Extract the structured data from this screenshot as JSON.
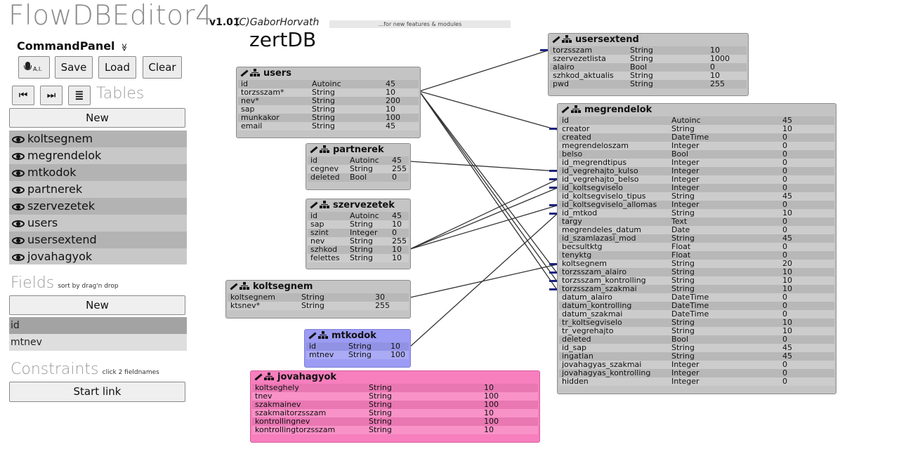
{
  "app": {
    "title": "FlowDBEditor4",
    "version": "v1.01",
    "copyright": "(C)GaborHorvath",
    "feature_note": "...for new features & modules"
  },
  "command_panel": {
    "title": "CommandPanel",
    "toggle_glyph": "≫",
    "ai_label": "A.I.",
    "save_label": "Save",
    "load_label": "Load",
    "clear_label": "Clear",
    "first_glyph": "⏮",
    "last_glyph": "⏭",
    "sort_glyph": "≣"
  },
  "tables_section": {
    "label": "Tables",
    "new_label": "New",
    "items": [
      "koltsegnem",
      "megrendelok",
      "mtkodok",
      "partnerek",
      "szervezetek",
      "users",
      "usersextend",
      "jovahagyok"
    ]
  },
  "fields_section": {
    "label": "Fields",
    "hint": "sort by drag'n drop",
    "new_label": "New",
    "items": [
      "id",
      "mtnev"
    ]
  },
  "constraints_section": {
    "label": "Constraints",
    "hint": "click 2 fieldnames",
    "start_link_label": "Start link"
  },
  "diagram": {
    "db_name": "zertDB",
    "colors": {
      "gray_table": "#c4c4c4",
      "selected_table": "#9c9cf4",
      "pink_table": "#f77fbe",
      "link_line": "#333333",
      "fk_marker": "#1a237e",
      "pk_marker": "#f0a020"
    },
    "tables": {
      "users": {
        "name": "users",
        "fields": [
          [
            "id",
            "Autoinc",
            "45"
          ],
          [
            "torzsszam*",
            "String",
            "10"
          ],
          [
            "nev*",
            "String",
            "200"
          ],
          [
            "sap",
            "String",
            "10"
          ],
          [
            "munkakor",
            "String",
            "100"
          ],
          [
            "email",
            "String",
            "45"
          ]
        ]
      },
      "usersextend": {
        "name": "usersextend",
        "fields": [
          [
            "torzsszam",
            "String",
            "10"
          ],
          [
            "szervezetlista",
            "String",
            "1000"
          ],
          [
            "alairo",
            "Bool",
            "0"
          ],
          [
            "szhkod_aktualis",
            "String",
            "10"
          ],
          [
            "pwd",
            "String",
            "255"
          ]
        ]
      },
      "partnerek": {
        "name": "partnerek",
        "fields": [
          [
            "id",
            "Autoinc",
            "45"
          ],
          [
            "cegnev",
            "String",
            "255"
          ],
          [
            "deleted",
            "Bool",
            "0"
          ]
        ]
      },
      "szervezetek": {
        "name": "szervezetek",
        "fields": [
          [
            "id",
            "Autoinc",
            "45"
          ],
          [
            "sap",
            "String",
            "10"
          ],
          [
            "szint",
            "Integer",
            "0"
          ],
          [
            "nev",
            "String",
            "255"
          ],
          [
            "szhkod",
            "String",
            "10"
          ],
          [
            "felettes",
            "String",
            "10"
          ]
        ]
      },
      "koltsegnem": {
        "name": "koltsegnem",
        "fields": [
          [
            "koltsegnem",
            "String",
            "30"
          ],
          [
            "ktsnev*",
            "String",
            "255"
          ]
        ]
      },
      "mtkodok": {
        "name": "mtkodok",
        "fields": [
          [
            "id",
            "String",
            "10"
          ],
          [
            "mtnev",
            "String",
            "100"
          ]
        ]
      },
      "jovahagyok": {
        "name": "jovahagyok",
        "fields": [
          [
            "koltseghely",
            "String",
            "10"
          ],
          [
            "tnev",
            "String",
            "100"
          ],
          [
            "szakmainev",
            "String",
            "100"
          ],
          [
            "szakmaitorzsszam",
            "String",
            "10"
          ],
          [
            "kontrollingnev",
            "String",
            "100"
          ],
          [
            "kontrollingtorzsszam",
            "String",
            "10"
          ]
        ]
      },
      "megrendelok": {
        "name": "megrendelok",
        "fields": [
          [
            "id",
            "Autoinc",
            "45"
          ],
          [
            "creator",
            "String",
            "10"
          ],
          [
            "created",
            "DateTime",
            "0"
          ],
          [
            "megrendeloszam",
            "Integer",
            "0"
          ],
          [
            "belso",
            "Bool",
            "0"
          ],
          [
            "id_megrendtipus",
            "Integer",
            "0"
          ],
          [
            "id_vegrehajto_kulso",
            "Integer",
            "0"
          ],
          [
            "id_vegrehajto_belso",
            "Integer",
            "0"
          ],
          [
            "id_koltsegviselo",
            "Integer",
            "0"
          ],
          [
            "id_koltsegviselo_tipus",
            "String",
            "45"
          ],
          [
            "id_koltsegviselo_allomas",
            "Integer",
            "0"
          ],
          [
            "id_mtkod",
            "String",
            "10"
          ],
          [
            "targy",
            "Text",
            "0"
          ],
          [
            "megrendeles_datum",
            "Date",
            "0"
          ],
          [
            "id_szamlazasi_mod",
            "String",
            "45"
          ],
          [
            "becsultktg",
            "Float",
            "0"
          ],
          [
            "tenyktg",
            "Float",
            "0"
          ],
          [
            "koltsegnem",
            "String",
            "20"
          ],
          [
            "torzsszam_alairo",
            "String",
            "10"
          ],
          [
            "torzsszam_kontrolling",
            "String",
            "10"
          ],
          [
            "torzsszam_szakmai",
            "String",
            "10"
          ],
          [
            "datum_alairo",
            "DateTime",
            "0"
          ],
          [
            "datum_kontrolling",
            "DateTime",
            "0"
          ],
          [
            "datum_szakmai",
            "DateTime",
            "0"
          ],
          [
            "tr_koltsegviselo",
            "String",
            "10"
          ],
          [
            "tr_vegrehajto",
            "String",
            "10"
          ],
          [
            "deleted",
            "Bool",
            "0"
          ],
          [
            "id_sap",
            "String",
            "45"
          ],
          [
            "ingatlan",
            "String",
            "45"
          ],
          [
            "jovahagyas_szakmai",
            "Integer",
            "0"
          ],
          [
            "jovahagyas_kontrolling",
            "Integer",
            "0"
          ],
          [
            "hidden",
            "Integer",
            "0"
          ]
        ]
      }
    }
  }
}
